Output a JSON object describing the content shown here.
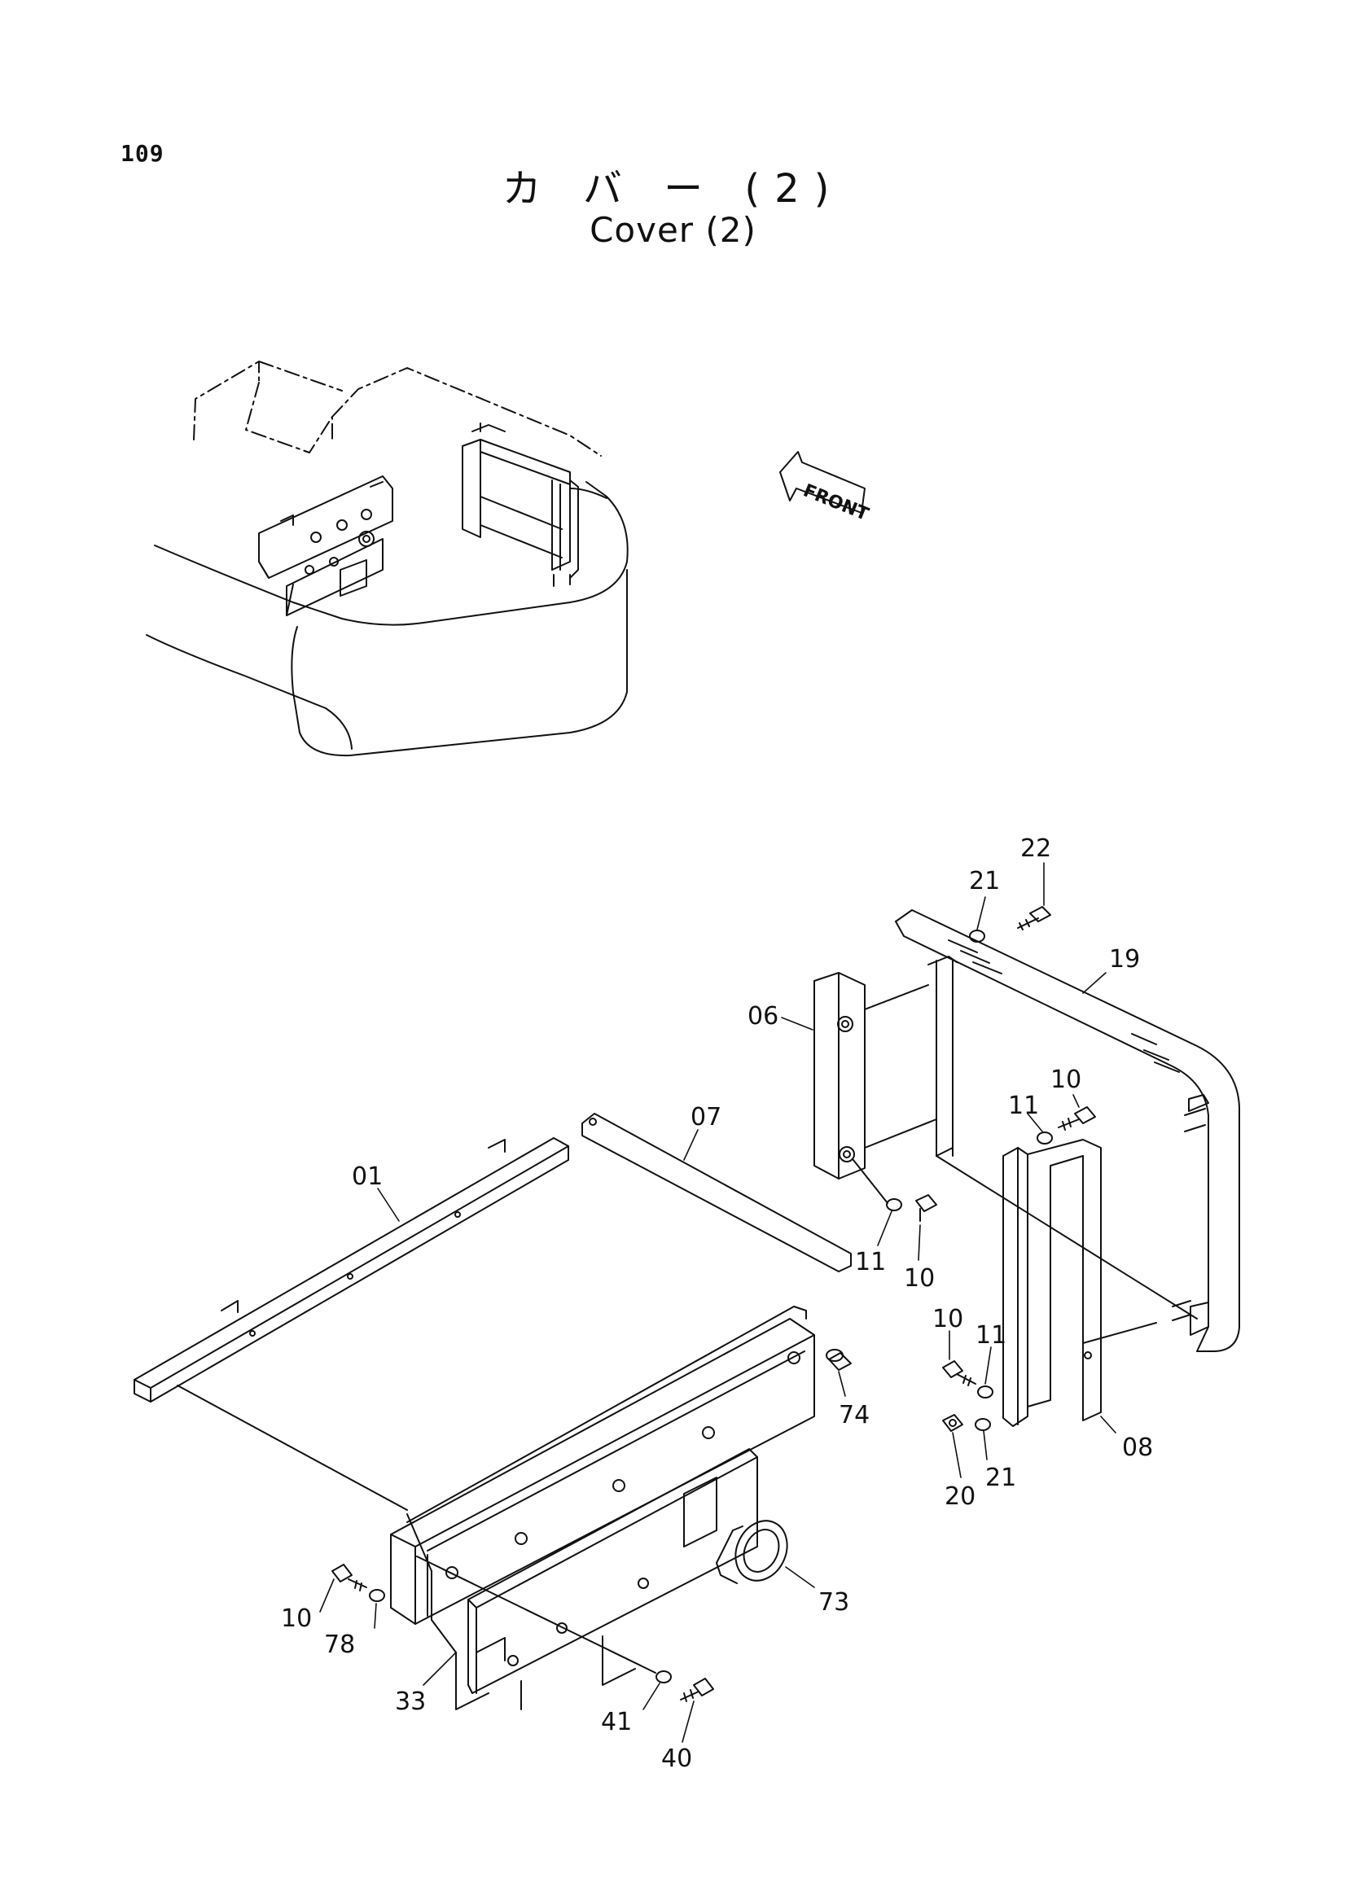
{
  "page": {
    "number": "109",
    "title_jp": "カ バ ー (2)",
    "title_en": "Cover (2)"
  },
  "orientation": {
    "front_label": "FRONT"
  },
  "callouts": {
    "c22": "22",
    "c21_top": "21",
    "c19": "19",
    "c06": "06",
    "c10_upper": "10",
    "c11_upper": "11",
    "c07": "07",
    "c01": "01",
    "c11_mid": "11",
    "c10_mid": "10",
    "c10_right": "10",
    "c11_right": "11",
    "c74": "74",
    "c21_bottom": "21",
    "c08": "08",
    "c20": "20",
    "c73": "73",
    "c10_left": "10",
    "c78": "78",
    "c33": "33",
    "c41": "41",
    "c40": "40"
  }
}
